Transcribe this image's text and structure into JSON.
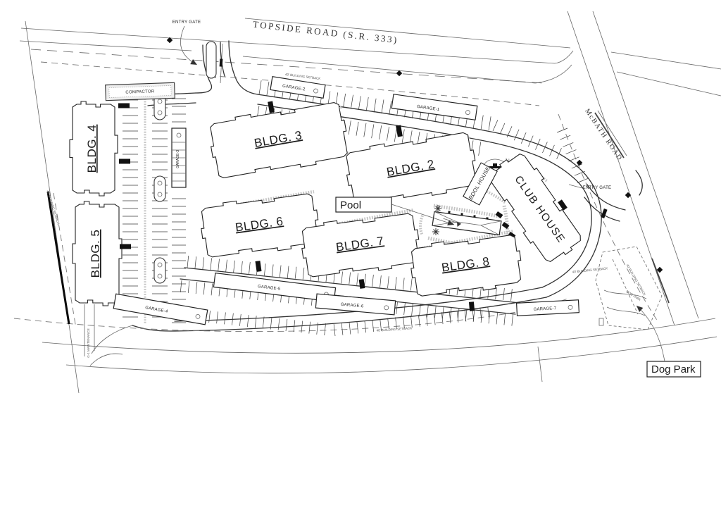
{
  "roads": {
    "topside": "TOPSIDE ROAD (S.R. 333)",
    "mcbath": "McBATH ROAD"
  },
  "gates": {
    "top": "ENTRY GATE",
    "right": "ENTRY GATE"
  },
  "buildings": {
    "b2": "BLDG. 2",
    "b3": "BLDG. 3",
    "b4": "BLDG. 4",
    "b5": "BLDG. 5",
    "b6": "BLDG. 6",
    "b7": "BLDG. 7",
    "b8": "BLDG. 8",
    "club_house": "CLUB HOUSE",
    "pool_house": "POOL HOUSE"
  },
  "garages": {
    "g1": "GARAGE-1",
    "g2": "GARAGE-2",
    "g3": "GARAGE-3",
    "g4": "GARAGE-4",
    "g5": "GARAGE-5",
    "g6": "GARAGE-6",
    "g7": "GARAGE-7"
  },
  "site": {
    "compactor": "COMPACTOR",
    "maintenance": "G-1 MAINTENANCE",
    "dog_park_area": "DOG PARK",
    "setback": "40' BUILDING SETBACK"
  },
  "callouts": {
    "pool": "Pool",
    "dog_park": "Dog Park"
  }
}
